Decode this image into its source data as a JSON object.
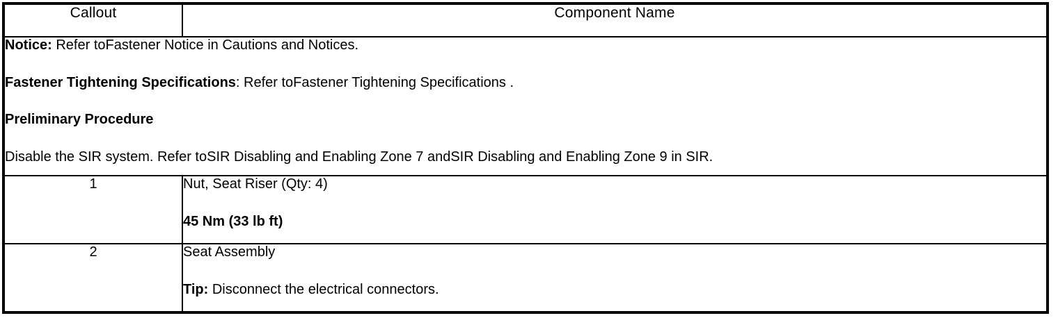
{
  "table": {
    "headers": {
      "callout": "Callout",
      "component_name": "Component Name"
    },
    "notice_block": {
      "notice": {
        "label": "Notice:",
        "text": " Refer toFastener Notice in Cautions and Notices."
      },
      "fastener_spec": {
        "label": "Fastener Tightening Specifications",
        "text": ": Refer toFastener Tightening Specifications ."
      },
      "preliminary_heading": "Preliminary Procedure",
      "preliminary_text": "Disable the SIR system. Refer toSIR Disabling and Enabling Zone 7 andSIR Disabling and Enabling Zone 9 in SIR."
    },
    "rows": [
      {
        "callout": "1",
        "name": "Nut, Seat Riser (Qty: 4)",
        "torque": "45 Nm (33 lb ft)"
      },
      {
        "callout": "2",
        "name": "Seat Assembly",
        "tip_label": "Tip:",
        "tip_text": " Disconnect the electrical connectors."
      }
    ]
  },
  "colors": {
    "border": "#000000",
    "text": "#000000",
    "background": "#ffffff"
  }
}
